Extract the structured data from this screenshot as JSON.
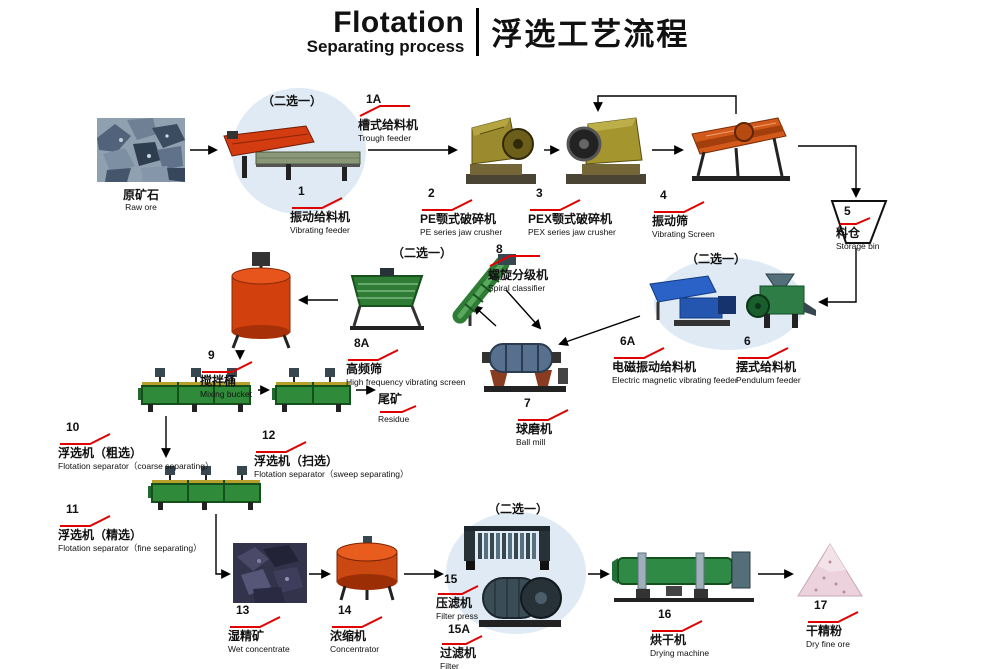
{
  "header": {
    "title_en": "Flotation",
    "subtitle_en": "Separating process",
    "title_zh": "浮选工艺流程"
  },
  "choice_label": "（二选一）",
  "colors": {
    "leader_red": "#e00000",
    "choice_ellipse_blue": "#dfeaf5",
    "background": "#ffffff"
  },
  "nodes": {
    "raw_ore": {
      "num": "",
      "zh": "原矿石",
      "en": "Raw ore"
    },
    "trough_feeder": {
      "num": "1A",
      "zh": "槽式给料机",
      "en": "Trough feeder"
    },
    "vibrating_feeder": {
      "num": "1",
      "zh": "振动给料机",
      "en": "Vibrating feeder"
    },
    "pe_jaw_crusher": {
      "num": "2",
      "zh": "PE颚式破碎机",
      "en": "PE series jaw crusher"
    },
    "pex_jaw_crusher": {
      "num": "3",
      "zh": "PEX颚式破碎机",
      "en": "PEX series jaw crusher"
    },
    "vibrating_screen": {
      "num": "4",
      "zh": "振动筛",
      "en": "Vibrating Screen"
    },
    "storage_bin": {
      "num": "5",
      "zh": "料仓",
      "en": "Storage bin"
    },
    "pendulum_feeder": {
      "num": "6",
      "zh": "摆式给料机",
      "en": "Pendulum feeder"
    },
    "em_vibrating_feeder": {
      "num": "6A",
      "zh": "电磁振动给料机",
      "en": "Electric magnetic vibrating feeder"
    },
    "ball_mill": {
      "num": "7",
      "zh": "球磨机",
      "en": "Ball mill"
    },
    "spiral_classifier": {
      "num": "8",
      "zh": "螺旋分级机",
      "en": "Spiral classifier"
    },
    "high_freq_screen": {
      "num": "8A",
      "zh": "高频筛",
      "en": "High frequency vibrating screen"
    },
    "mixing_bucket": {
      "num": "9",
      "zh": "搅拌桶",
      "en": "Mixing bucket"
    },
    "flotation_coarse": {
      "num": "10",
      "zh": "浮选机（粗选）",
      "en": "Flotation separator（coarse separating）"
    },
    "flotation_fine": {
      "num": "11",
      "zh": "浮选机（精选）",
      "en": "Flotation separator（fine separating）"
    },
    "flotation_sweep": {
      "num": "12",
      "zh": "浮选机（扫选）",
      "en": "Flotation separator（sweep separating）"
    },
    "residue": {
      "num": "",
      "zh": "尾矿",
      "en": "Residue"
    },
    "wet_concentrate": {
      "num": "13",
      "zh": "湿精矿",
      "en": "Wet concentrate"
    },
    "concentrator": {
      "num": "14",
      "zh": "浓缩机",
      "en": "Concentrator"
    },
    "filter_press": {
      "num": "15",
      "zh": "压滤机",
      "en": "Filter press"
    },
    "filter": {
      "num": "15A",
      "zh": "过滤机",
      "en": "Filter"
    },
    "drying_machine": {
      "num": "16",
      "zh": "烘干机",
      "en": "Drying machine"
    },
    "dry_fine_ore": {
      "num": "17",
      "zh": "干精粉",
      "en": "Dry fine ore"
    }
  }
}
